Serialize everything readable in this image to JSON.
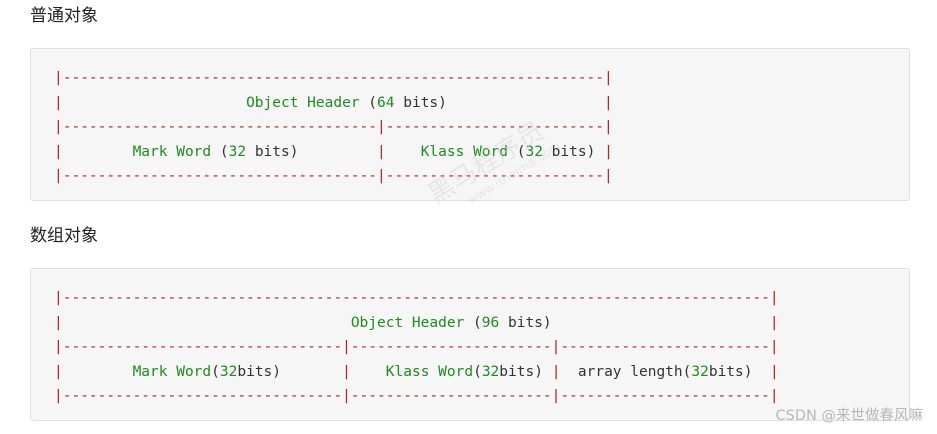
{
  "sections": [
    {
      "heading": "普通对象",
      "lines": [
        "|--------------------------------------------------------------|",
        "|                     Object Header (64 bits)                  |",
        "|------------------------------------|-------------------------|",
        "|        Mark Word (32 bits)         |    Klass Word (32 bits) |",
        "|------------------------------------|-------------------------|"
      ]
    },
    {
      "heading": "数组对象",
      "lines": [
        "|---------------------------------------------------------------------------------|",
        "|                                 Object Header (96 bits)                         |",
        "|--------------------------------|-----------------------|------------------------|",
        "|        Mark Word(32bits)       |    Klass Word(32bits) |  array length(32bits)  |",
        "|--------------------------------|-----------------------|------------------------|"
      ]
    }
  ],
  "watermark": {
    "text": "黑马程序员",
    "sub": "www.itheima.com"
  },
  "credit": "CSDN @来世做春风嘛"
}
